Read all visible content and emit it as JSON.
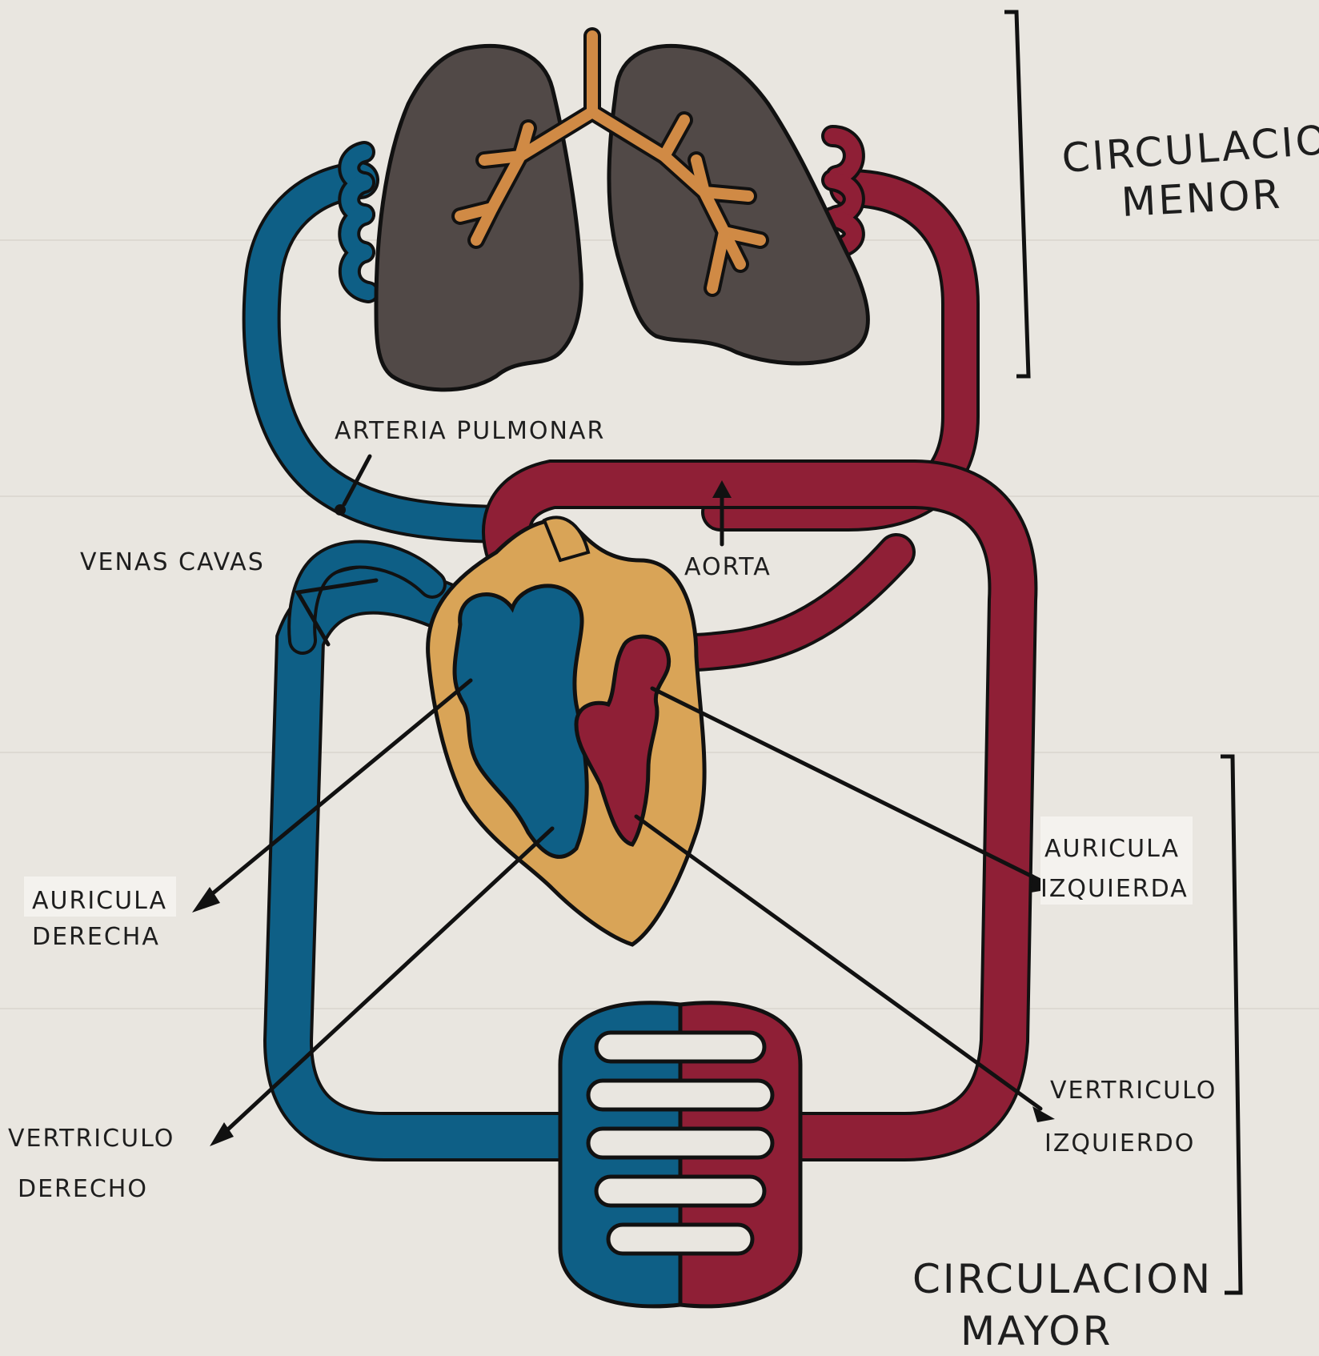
{
  "labels": {
    "circ_menor_line1": "CIRCULACION",
    "circ_menor_line2": "MENOR",
    "arteria_pulmonar": "ARTERIA PULMONAR",
    "venas_cavas": "VENAS CAVAS",
    "aorta": "AORTA",
    "auricula_izquierda_line1": "AURICULA",
    "auricula_izquierda_line2": "IZQUIERDA",
    "auricula_derecha_line1": "AURICULA",
    "auricula_derecha_line2": "DERECHA",
    "ventriculo_izquierdo_line1": "VERTRICULO",
    "ventriculo_izquierdo_line2": "IZQUIERDO",
    "ventriculo_derecho_line1": "VERTRICULO",
    "ventriculo_derecho_line2": "DERECHO",
    "circ_mayor_line1": "CIRCULACION",
    "circ_mayor_line2": "MAYOR"
  },
  "colors": {
    "paper": "#e9e6e0",
    "venous_blue": "#0e5f86",
    "arterial_red": "#8f1f36",
    "heart_wall": "#d9a457",
    "lung_gray": "#514947",
    "bronchi_orange": "#d08a45",
    "ink": "#111111"
  }
}
